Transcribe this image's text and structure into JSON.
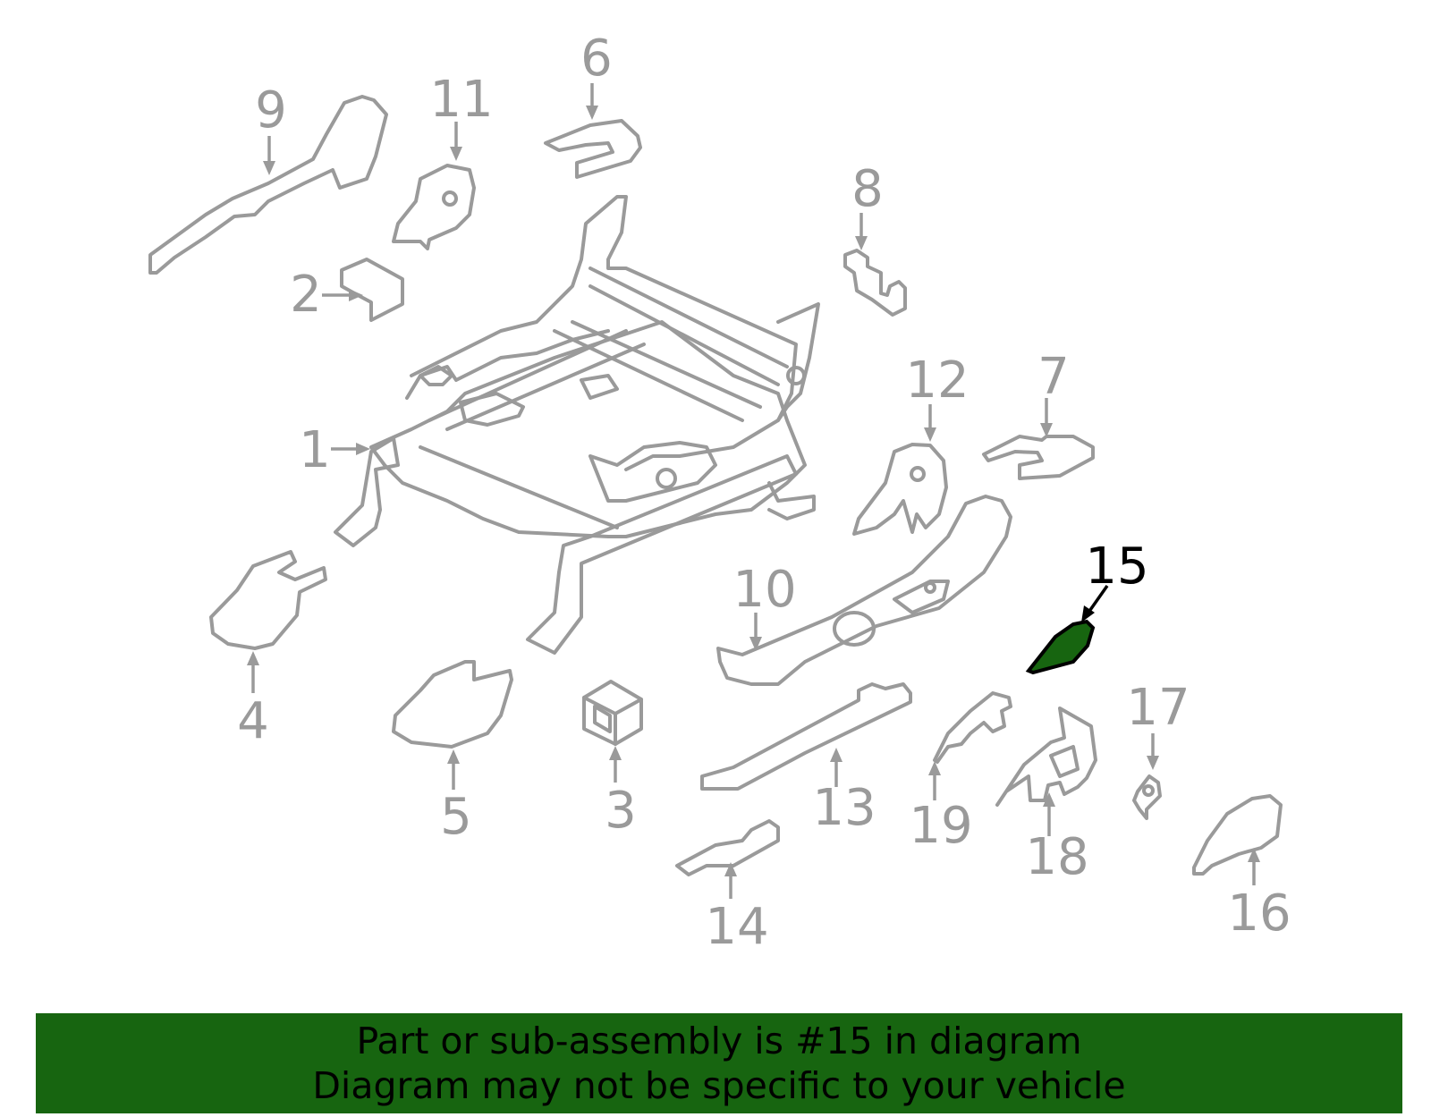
{
  "callouts": {
    "c1": "1",
    "c2": "2",
    "c3": "3",
    "c4": "4",
    "c5": "5",
    "c6": "6",
    "c7": "7",
    "c8": "8",
    "c9": "9",
    "c10": "10",
    "c11": "11",
    "c12": "12",
    "c13": "13",
    "c14": "14",
    "c15": "15",
    "c16": "16",
    "c17": "17",
    "c18": "18",
    "c19": "19"
  },
  "highlight": {
    "part": "15",
    "color": "#176510"
  },
  "colors": {
    "line_gray": "#9a9a9a",
    "banner_green": "#176510"
  },
  "banner": {
    "line1": "Part or sub-assembly is #15 in diagram",
    "line2": "Diagram may not be specific to your vehicle"
  }
}
